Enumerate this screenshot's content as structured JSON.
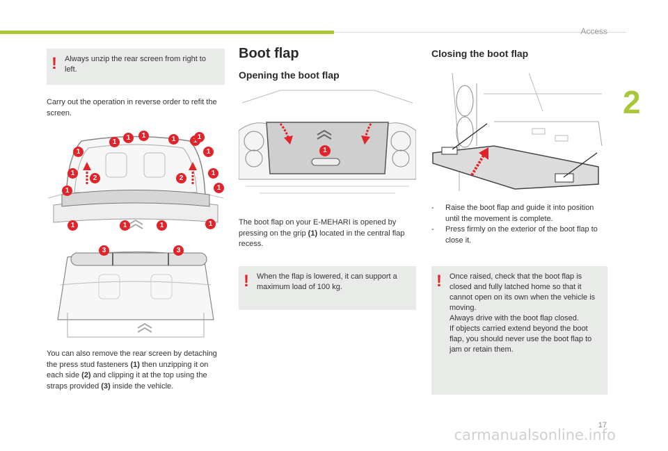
{
  "header": {
    "section": "Access",
    "chapter": "2"
  },
  "footer": {
    "page": "17",
    "watermark": "carmanualsonline.info"
  },
  "col1": {
    "warning": "Always unzip the rear screen from right to left.",
    "para1": "Carry out the operation in reverse order to refit the screen.",
    "fig1_labels": [
      "1",
      "1",
      "1",
      "1",
      "1",
      "1",
      "1",
      "1",
      "1",
      "1",
      "1",
      "1",
      "1",
      "1",
      "1",
      "1",
      "2",
      "2"
    ],
    "fig2_labels": [
      "3",
      "3"
    ],
    "para2_parts": [
      "You can also remove the rear screen by detaching the press stud fasteners ",
      "(1)",
      " then unzipping it on each side ",
      "(2)",
      " and clipping it at the top using the straps provided ",
      "(3)",
      " inside the vehicle."
    ]
  },
  "col2": {
    "title": "Boot flap",
    "subtitle": "Opening the boot flap",
    "fig_label": "1",
    "para_parts": [
      "The boot flap on your E-MEHARI is opened by pressing on the grip ",
      "(1)",
      " located in the central flap recess."
    ],
    "warning": "When the flap is lowered, it can support a maximum load of 100 kg."
  },
  "col3": {
    "subtitle": "Closing the boot flap",
    "steps": [
      "Raise the boot flap and guide it into position until the movement is complete.",
      "Press firmly on the exterior of the boot flap to close it."
    ],
    "warning": "Once raised, check that the boot flap is closed and fully latched home so that it cannot open on its own when the vehicle is moving.\nAlways drive with the boot flap closed.\nIf objects carried extend beyond the boot flap, you should never use the boot flap to jam or retain them."
  },
  "colors": {
    "accent": "#a8c83a",
    "callout": "#e2232a",
    "warning_bg": "#e9ebe9"
  }
}
